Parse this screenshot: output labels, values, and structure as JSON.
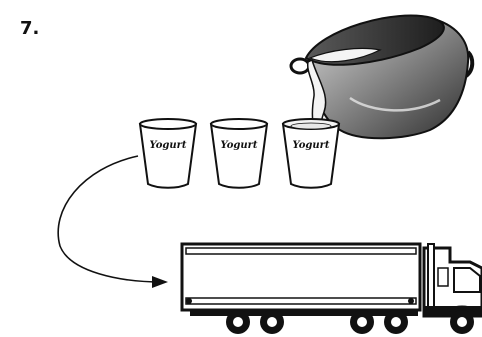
{
  "step": {
    "number": "7."
  },
  "cups": [
    {
      "label": "Yogurt"
    },
    {
      "label": "Yogurt"
    },
    {
      "label": "Yogurt"
    }
  ],
  "colors": {
    "ink": "#111111",
    "pot_dark": "#3a3a3a",
    "pot_mid": "#8c8c8c",
    "pot_light": "#d8d8d8",
    "yogurt": "#f4f4f4"
  },
  "icons": {
    "pot": "cooking-pot-icon",
    "cup": "yogurt-cup-icon",
    "arrow": "curved-arrow-icon",
    "truck": "delivery-truck-icon"
  }
}
